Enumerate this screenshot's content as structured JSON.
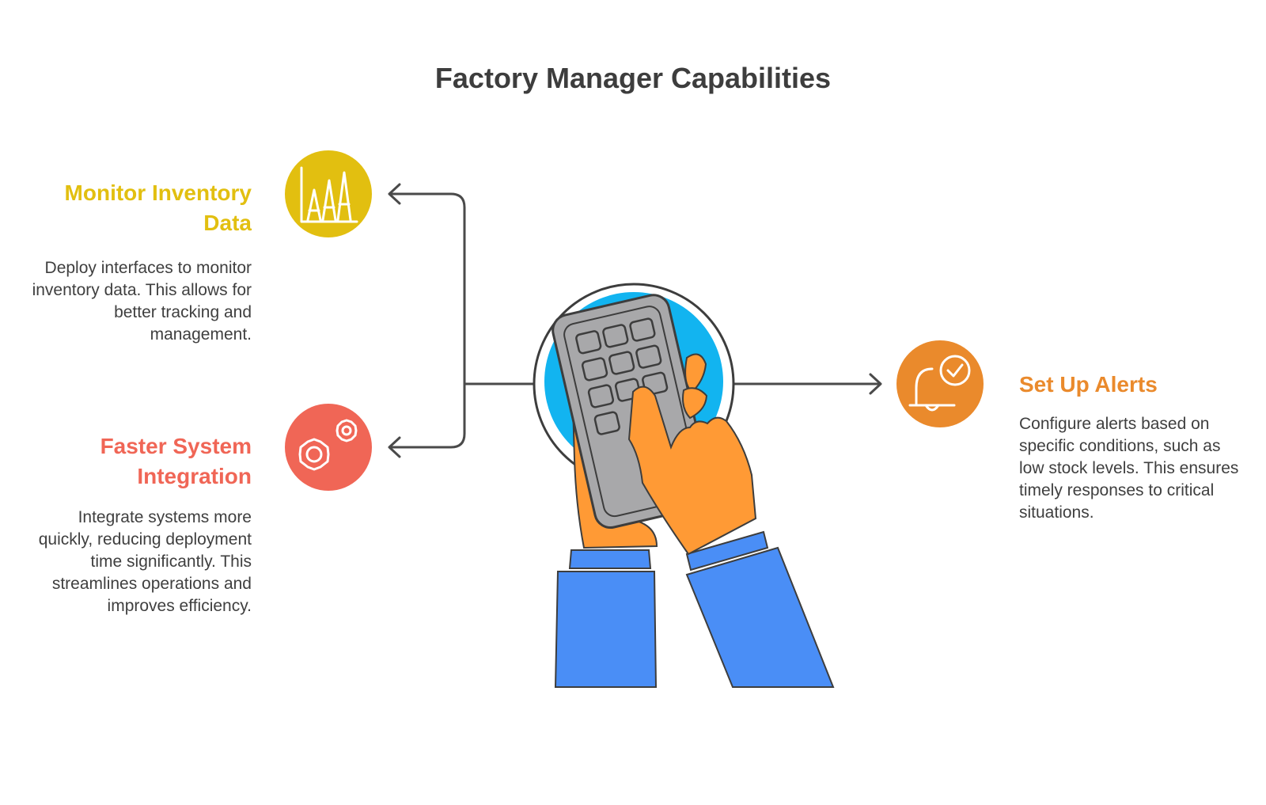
{
  "title": "Factory Manager Capabilities",
  "items": [
    {
      "heading_lines": [
        "Monitor Inventory",
        "Data"
      ],
      "description": "Deploy interfaces to monitor inventory data. This allows for better tracking and management.",
      "icon": "bar-chart-icon",
      "color": "#e2bf10"
    },
    {
      "heading_lines": [
        "Faster System",
        "Integration"
      ],
      "description": "Integrate systems more quickly, reducing deployment time significantly. This streamlines operations and improves efficiency.",
      "icon": "gears-icon",
      "color": "#f06656"
    },
    {
      "heading_lines": [
        "Set Up Alerts"
      ],
      "description": "Configure alerts based on specific conditions, such as low stock levels. This ensures timely responses to critical situations.",
      "icon": "bell-check-icon",
      "color": "#ea8a2c"
    }
  ],
  "center_illustration": "hands-keypad-icon",
  "colors": {
    "title": "#3d3d3d",
    "connector": "#4a4a4a",
    "circle_bg": "#12b4f0",
    "hand": "#ff9a35",
    "sleeve": "#4a8ef6",
    "keypad": "#a8a8aa"
  }
}
